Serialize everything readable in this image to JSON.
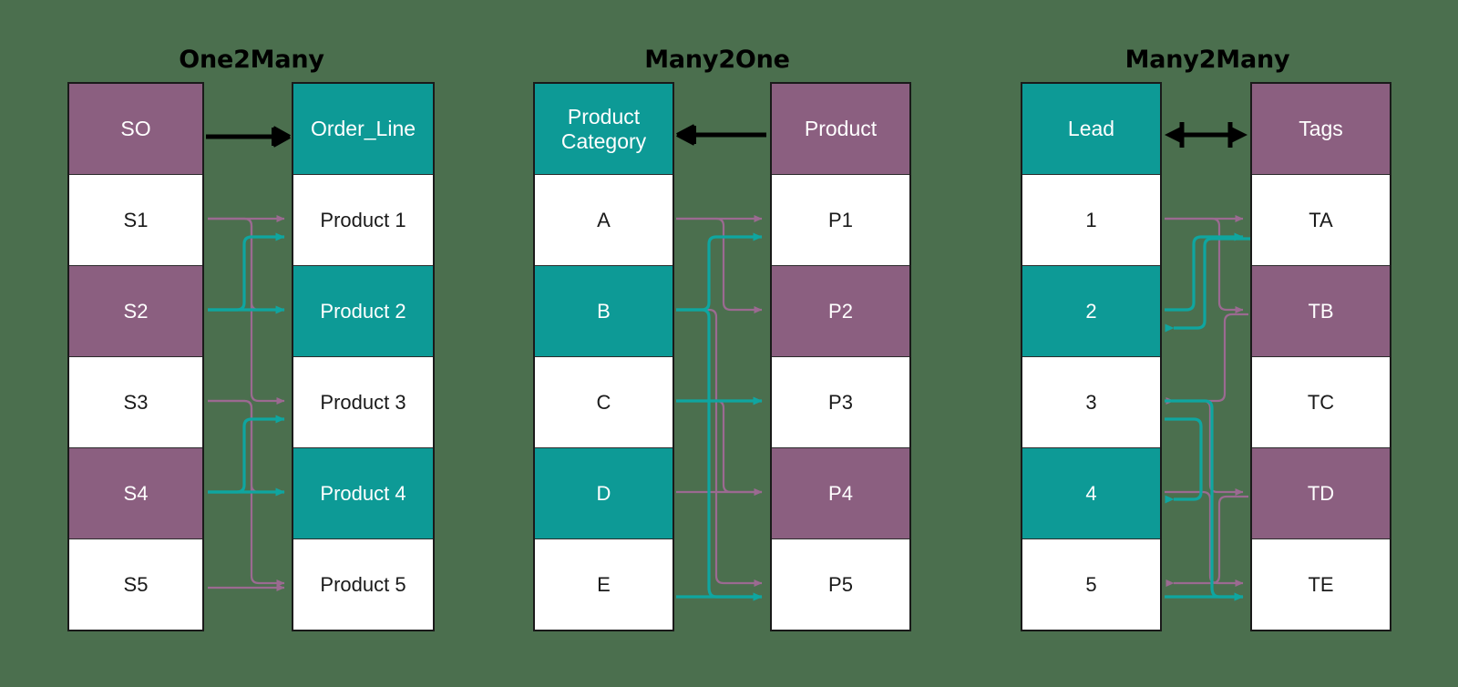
{
  "background_color": "#4b6f4e",
  "palette": {
    "purple": "#8b5f80",
    "teal": "#0d9a96",
    "white": "#ffffff",
    "border": "#1a1a1a",
    "connector_purple": "#9b6a91",
    "connector_teal": "#0fa6a0",
    "relation_line": "#000000"
  },
  "panels": [
    {
      "title": "One2Many",
      "relation": "one-to-many",
      "left_table": {
        "name": "SO",
        "header_color": "purple",
        "rows": [
          {
            "label": "S1",
            "color": "white"
          },
          {
            "label": "S2",
            "color": "purple"
          },
          {
            "label": "S3",
            "color": "white"
          },
          {
            "label": "S4",
            "color": "purple"
          },
          {
            "label": "S5",
            "color": "white"
          }
        ]
      },
      "right_table": {
        "name": "Order_Line",
        "header_color": "teal",
        "rows": [
          {
            "label": "Product 1",
            "color": "white"
          },
          {
            "label": "Product 2",
            "color": "teal"
          },
          {
            "label": "Product 3",
            "color": "white"
          },
          {
            "label": "Product 4",
            "color": "teal"
          },
          {
            "label": "Product 5",
            "color": "white"
          }
        ]
      },
      "links": [
        {
          "from": "S1",
          "to": "Product 1",
          "color": "purple"
        },
        {
          "from": "S2",
          "to": "Product 1",
          "color": "teal"
        },
        {
          "from": "S1",
          "to": "Product 2",
          "color": "purple"
        },
        {
          "from": "S2",
          "to": "Product 2",
          "color": "teal"
        },
        {
          "from": "S1",
          "to": "Product 3",
          "color": "purple"
        },
        {
          "from": "S4",
          "to": "Product 3",
          "color": "teal"
        },
        {
          "from": "S3",
          "to": "Product 4",
          "color": "purple"
        },
        {
          "from": "S4",
          "to": "Product 4",
          "color": "teal"
        },
        {
          "from": "S3",
          "to": "Product 5",
          "color": "purple"
        },
        {
          "from": "S5",
          "to": "Product 5",
          "color": "purple"
        }
      ]
    },
    {
      "title": "Many2One",
      "relation": "many-to-one",
      "left_table": {
        "name": "Product\nCategory",
        "header_color": "teal",
        "rows": [
          {
            "label": "A",
            "color": "white"
          },
          {
            "label": "B",
            "color": "teal"
          },
          {
            "label": "C",
            "color": "white"
          },
          {
            "label": "D",
            "color": "teal"
          },
          {
            "label": "E",
            "color": "white"
          }
        ]
      },
      "right_table": {
        "name": "Product",
        "header_color": "purple",
        "rows": [
          {
            "label": "P1",
            "color": "white"
          },
          {
            "label": "P2",
            "color": "purple"
          },
          {
            "label": "P3",
            "color": "white"
          },
          {
            "label": "P4",
            "color": "purple"
          },
          {
            "label": "P5",
            "color": "white"
          }
        ]
      },
      "links": [
        {
          "from": "A",
          "to": "P1",
          "color": "purple"
        },
        {
          "from": "B",
          "to": "P1",
          "color": "teal"
        },
        {
          "from": "A",
          "to": "P2",
          "color": "purple"
        },
        {
          "from": "C",
          "to": "P3",
          "color": "teal"
        },
        {
          "from": "D",
          "to": "P3",
          "color": "purple"
        },
        {
          "from": "B",
          "to": "P4",
          "color": "purple"
        },
        {
          "from": "D",
          "to": "P5",
          "color": "purple"
        },
        {
          "from": "E",
          "to": "P5",
          "color": "teal"
        }
      ]
    },
    {
      "title": "Many2Many",
      "relation": "many-to-many",
      "left_table": {
        "name": "Lead",
        "header_color": "teal",
        "rows": [
          {
            "label": "1",
            "color": "white"
          },
          {
            "label": "2",
            "color": "teal"
          },
          {
            "label": "3",
            "color": "white"
          },
          {
            "label": "4",
            "color": "teal"
          },
          {
            "label": "5",
            "color": "white"
          }
        ]
      },
      "right_table": {
        "name": "Tags",
        "header_color": "purple",
        "rows": [
          {
            "label": "TA",
            "color": "white"
          },
          {
            "label": "TB",
            "color": "purple"
          },
          {
            "label": "TC",
            "color": "white"
          },
          {
            "label": "TD",
            "color": "purple"
          },
          {
            "label": "TE",
            "color": "white"
          }
        ]
      },
      "links": [
        {
          "from": "1",
          "to": "TA",
          "color": "purple"
        },
        {
          "from": "2",
          "to": "TA",
          "color": "teal"
        },
        {
          "from": "TB",
          "to": "2",
          "color": "teal"
        },
        {
          "from": "TB",
          "to": "3",
          "color": "purple"
        },
        {
          "from": "3",
          "to": "TC",
          "color": "purple"
        },
        {
          "from": "4",
          "to": "TC",
          "color": "teal"
        },
        {
          "from": "TD",
          "to": "4",
          "color": "teal"
        },
        {
          "from": "TD",
          "to": "5",
          "color": "purple"
        },
        {
          "from": "5",
          "to": "TE",
          "color": "teal"
        }
      ]
    }
  ]
}
